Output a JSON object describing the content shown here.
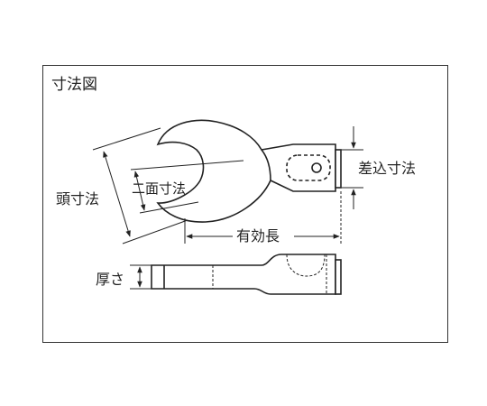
{
  "diagram": {
    "title": "寸法図",
    "labels": {
      "head_size": "頭寸法",
      "across_flats": "二面寸法",
      "insert_size": "差込寸法",
      "effective_length": "有効長",
      "thickness": "厚さ"
    }
  }
}
